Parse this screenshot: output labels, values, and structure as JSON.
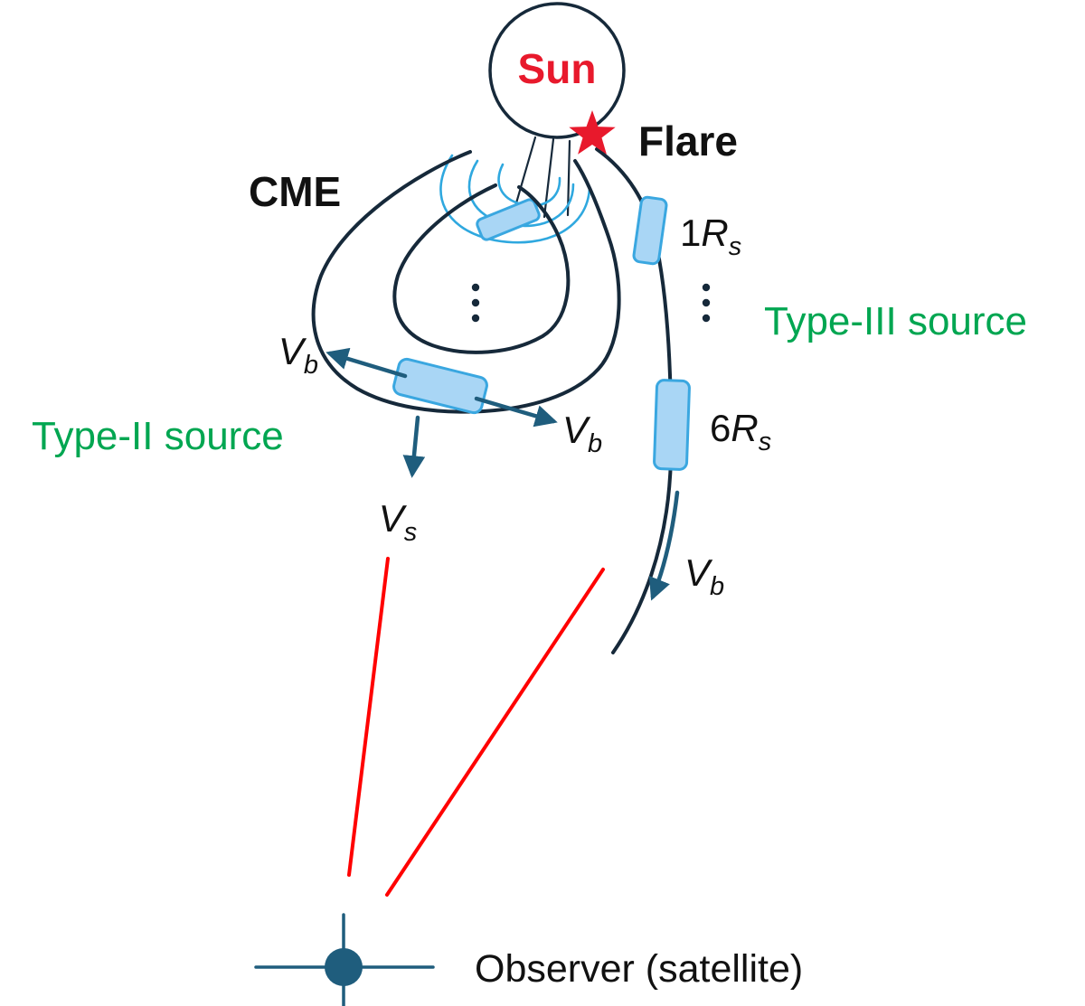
{
  "labels": {
    "sun": "Sun",
    "flare": "Flare",
    "cme": "CME",
    "type3": "Type-III source",
    "type2": "Type-II source",
    "observer": "Observer (satellite)",
    "r1": {
      "prefix": "1",
      "main": "R",
      "sub": "s"
    },
    "r6": {
      "prefix": "6",
      "main": "R",
      "sub": "s"
    },
    "vb": {
      "main": "V",
      "sub": "b"
    },
    "vs": {
      "main": "V",
      "sub": "s"
    }
  },
  "colors": {
    "navy": "#16293a",
    "cyan": "#2fa8df",
    "source_region_fill": "#a9d6f5",
    "source_region_stroke": "#3aa7e0",
    "arrow_steel": "#1f5d7d",
    "green": "#00a651",
    "red": "#ff0000",
    "flare_star_red": "#e8192c",
    "sun_label_red": "#e8192c",
    "text_black": "#111111"
  }
}
